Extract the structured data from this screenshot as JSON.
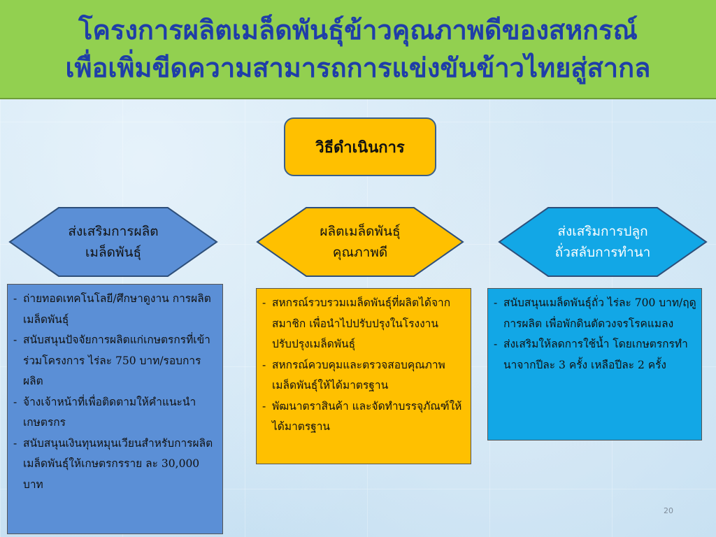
{
  "title": {
    "line1": "โครงการผลิตเมล็ดพันธุ์ข้าวคุณภาพดีของสหกรณ์",
    "line2": "เพื่อเพิ่มขีดความสามารถการแข่งขันข้าวไทยสู่สากล"
  },
  "method": {
    "label": "วิธีดำเนินการ"
  },
  "hexes": [
    {
      "line1": "ส่งเสริมการผลิต",
      "line2": "เมล็ดพันธุ์",
      "color": "#5b8fd6"
    },
    {
      "line1": "ผลิตเมล็ดพันธุ์",
      "line2": "คุณภาพดี",
      "color": "#ffc000"
    },
    {
      "line1": "ส่งเสริมการปลูก",
      "line2": "ถั่วสลับการทำนา",
      "color": "#12a7e6"
    }
  ],
  "panels": [
    {
      "color": "#5b8fd6",
      "items": [
        "ถ่ายทอดเทคโนโลยี/ศึกษาดูงาน การผลิตเมล็ดพันธุ์",
        "สนับสนุนปัจจัยการผลิตแก่เกษตรกรที่เข้าร่วมโครงการ ไร่ละ 750 บาท/รอบการผลิต",
        "จ้างเจ้าหน้าที่เพื่อติดตามให้คำแนะนำเกษตรกร",
        "สนับสนุนเงินทุนหมุนเวียนสำหรับการผลิตเมล็ดพันธุ์ให้เกษตรกรราย ละ 30,000 บาท"
      ]
    },
    {
      "color": "#ffc000",
      "items": [
        "สหกรณ์รวบรวมเมล็ดพันธุ์ที่ผลิตได้จากสมาชิก เพื่อนำไปปรับปรุงในโรงงานปรับปรุงเมล็ดพันธุ์",
        "สหกรณ์ควบคุมและตรวจสอบคุณภาพเมล็ดพันธุ์ให้ได้มาตรฐาน",
        "พัฒนาตราสินค้า และจัดทำบรรจุภัณฑ์ให้ได้มาตรฐาน"
      ]
    },
    {
      "color": "#12a7e6",
      "items": [
        "สนับสนุนเมล็ดพันธุ์ถั่ว ไร่ละ 700 บาท/ฤดูการผลิต เพื่อพักดินตัดวงจรโรคแมลง",
        "ส่งเสริมให้ลดการใช้น้ำ โดยเกษตรกรทำนาจากปีละ 3 ครั้ง เหลือปีละ 2 ครั้ง"
      ]
    }
  ],
  "page_number": "20"
}
